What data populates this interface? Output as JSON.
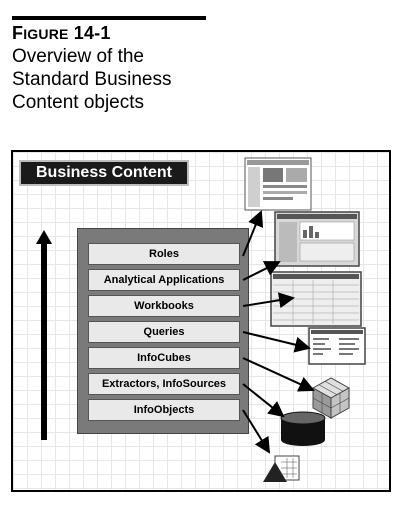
{
  "figure": {
    "number_prefix": "F",
    "number_small": "IGURE",
    "number_value": "14-1",
    "caption_lines": [
      "Overview of the",
      "Standard Business",
      "Content objects"
    ]
  },
  "diagram": {
    "title": "Business Content",
    "layers": [
      "Roles",
      "Analytical Applications",
      "Workbooks",
      "Queries",
      "InfoCubes",
      "Extractors, InfoSources",
      "InfoObjects"
    ],
    "icons": [
      "web-portal-screenshot-icon",
      "analytical-application-screenshot-icon",
      "workbook-spreadsheet-icon",
      "query-report-icon",
      "infocube-cube-icon",
      "database-cylinder-icon",
      "infoobject-icon"
    ]
  }
}
